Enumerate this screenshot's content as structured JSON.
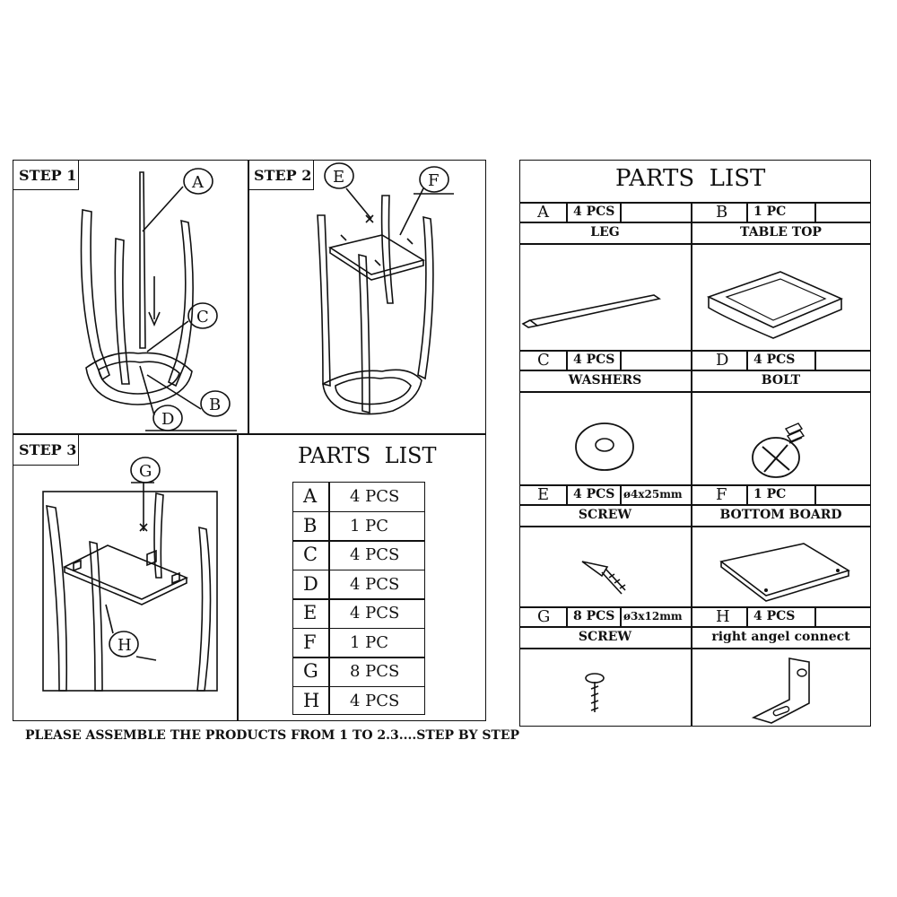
{
  "steps": [
    {
      "label": "STEP 1",
      "callouts": [
        "A",
        "C",
        "B",
        "D"
      ]
    },
    {
      "label": "STEP 2",
      "callouts": [
        "E",
        "F"
      ]
    },
    {
      "label": "STEP 3",
      "callouts": [
        "G",
        "H"
      ]
    }
  ],
  "mini_parts": {
    "title": "PARTS  LIST",
    "rows": [
      {
        "letter": "A",
        "qty": "4 PCS"
      },
      {
        "letter": "B",
        "qty": "1 PC"
      },
      {
        "letter": "C",
        "qty": "4 PCS"
      },
      {
        "letter": "D",
        "qty": "4 PCS"
      },
      {
        "letter": "E",
        "qty": "4 PCS"
      },
      {
        "letter": "F",
        "qty": "1 PC"
      },
      {
        "letter": "G",
        "qty": "8 PCS"
      },
      {
        "letter": "H",
        "qty": "4 PCS"
      }
    ]
  },
  "footer": "PLEASE ASSEMBLE THE PRODUCTS FROM 1 TO 2.3....STEP BY STEP",
  "parts_list": {
    "title": "PARTS  LIST",
    "parts": [
      {
        "letter": "A",
        "qty": "4 PCS",
        "size": "",
        "name": "LEG",
        "icon": "leg-icon"
      },
      {
        "letter": "B",
        "qty": "1 PC",
        "size": "",
        "name": "TABLE TOP",
        "icon": "table-top-icon"
      },
      {
        "letter": "C",
        "qty": "4 PCS",
        "size": "",
        "name": "WASHERS",
        "icon": "washer-icon"
      },
      {
        "letter": "D",
        "qty": "4 PCS",
        "size": "",
        "name": "BOLT",
        "icon": "bolt-icon"
      },
      {
        "letter": "E",
        "qty": "4 PCS",
        "size": "ø4x25mm",
        "name": "SCREW",
        "icon": "screw-icon"
      },
      {
        "letter": "F",
        "qty": "1 PC",
        "size": "",
        "name": "BOTTOM BOARD",
        "icon": "bottom-board-icon"
      },
      {
        "letter": "G",
        "qty": "8 PCS",
        "size": "ø3x12mm",
        "name": "SCREW",
        "icon": "small-screw-icon"
      },
      {
        "letter": "H",
        "qty": "4 PCS",
        "size": "",
        "name": "right angel connect",
        "icon": "bracket-icon"
      }
    ]
  }
}
